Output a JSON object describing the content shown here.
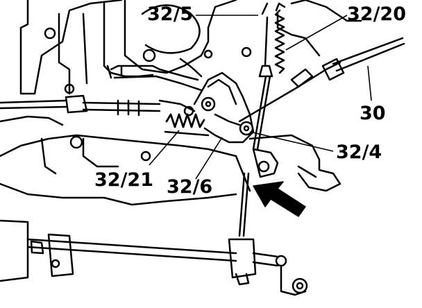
{
  "callouts": [
    {
      "id": "32-5",
      "label": "32/5"
    },
    {
      "id": "32-20",
      "label": "32/20"
    },
    {
      "id": "30",
      "label": "30"
    },
    {
      "id": "32-4",
      "label": "32/4"
    },
    {
      "id": "32-21",
      "label": "32/21"
    },
    {
      "id": "32-6",
      "label": "32/6"
    }
  ],
  "colors": {
    "ink": "#000000",
    "paper": "#ffffff"
  }
}
